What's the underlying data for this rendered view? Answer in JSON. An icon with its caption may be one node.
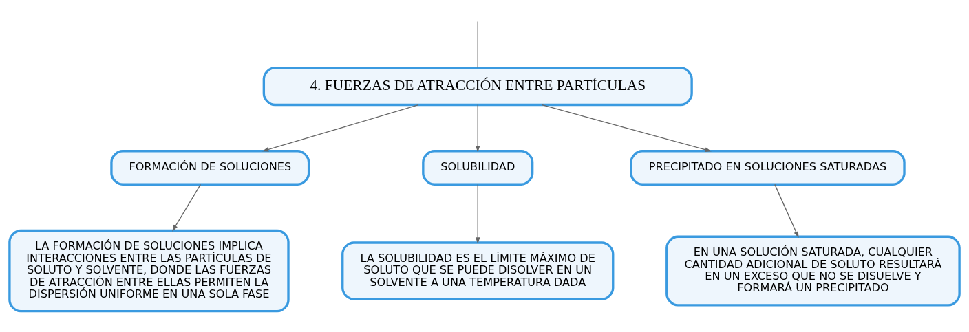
{
  "diagram": {
    "nodes": [
      {
        "text": [
          "4. FUERZAS DE ATRACCIÓN ENTRE PARTÍCULAS"
        ]
      },
      {
        "text": [
          "FORMACIÓN DE SOLUCIONES"
        ]
      },
      {
        "text": [
          "SOLUBILIDAD"
        ]
      },
      {
        "text": [
          "PRECIPITADO EN SOLUCIONES SATURADAS"
        ]
      },
      {
        "text": [
          "LA FORMACIÓN DE SOLUCIONES IMPLICA INTERACCIONES ENTRE LAS PARTÍCULAS DE SOLUTO Y SOLVENTE, DONDE LAS FUERZAS DE ATRACCIÓN ENTRE ELLAS PERMITEN LA DISPERSIÓN UNIFORME EN UNA SOLA FASE"
        ]
      },
      {
        "text": [
          "LA SOLUBILIDAD ES EL LÍMITE MÁXIMO DE SOLUTO QUE SE PUEDE DISOLVER EN UN SOLVENTE A UNA TEMPERATURA DADA"
        ]
      },
      {
        "text": [
          "EN UNA SOLUCIÓN SATURADA, CUALQUIER CANTIDAD ADICIONAL DE SOLUTO RESULTARÁ EN UN EXCESO QUE NO SE DISUELVE Y FORMARÁ UN PRECIPITADO"
        ]
      }
    ],
    "edges": [
      {
        "from": null,
        "to": 0,
        "arrow": "none"
      },
      {
        "from": 0,
        "to": 1,
        "arrow": "to"
      },
      {
        "from": 0,
        "to": 2,
        "arrow": "to"
      },
      {
        "from": 0,
        "to": 3,
        "arrow": "to"
      },
      {
        "from": 1,
        "to": 4,
        "arrow": "to"
      },
      {
        "from": 2,
        "to": 5,
        "arrow": "to"
      },
      {
        "from": 3,
        "to": 6,
        "arrow": "to"
      }
    ]
  }
}
